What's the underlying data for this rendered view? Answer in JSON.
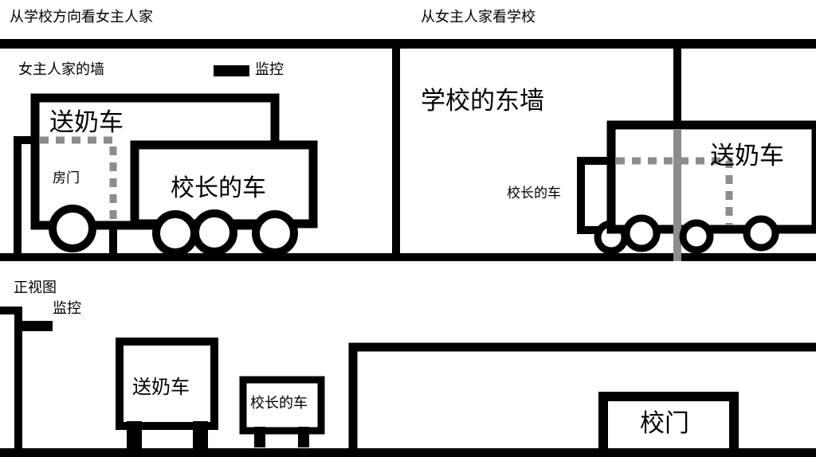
{
  "colors": {
    "ink": "#000000",
    "dashed_line": "#8c8c8c",
    "background": "#ffffff"
  },
  "panel_school_view": {
    "heading": "从学校方向看女主人家",
    "wall_label": "女主人家的墙",
    "legend_label": "监控",
    "milk_truck_label": "送奶车",
    "door_label": "房门",
    "principal_car_label": "校长的车"
  },
  "panel_home_view": {
    "heading": "从女主人家看学校",
    "wall_label": "学校的东墙",
    "milk_truck_label": "送奶车",
    "principal_car_label": "校长的车"
  },
  "panel_front_view": {
    "heading": "正视图",
    "camera_label": "监控",
    "milk_truck_label": "送奶车",
    "principal_car_label": "校长的车",
    "gate_label": "校门"
  }
}
